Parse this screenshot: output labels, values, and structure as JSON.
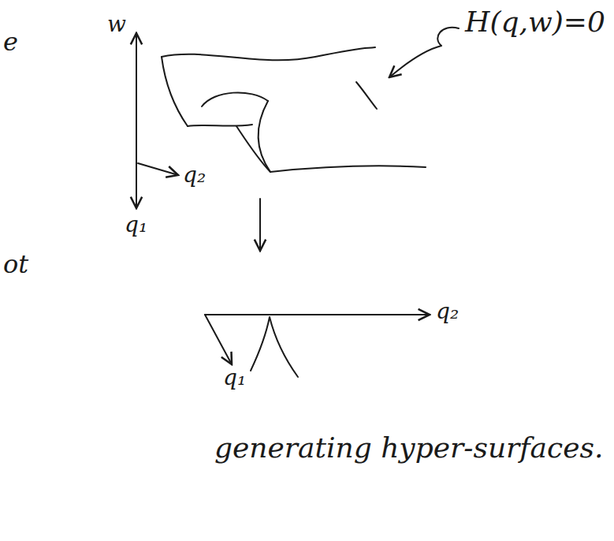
{
  "diagram": {
    "caption": "generating hyper-surfaces.",
    "labels": [
      "e",
      "H(q,w)=0",
      "w",
      "q₂",
      "q₁",
      "ot",
      "q₂",
      "q₁"
    ]
  }
}
